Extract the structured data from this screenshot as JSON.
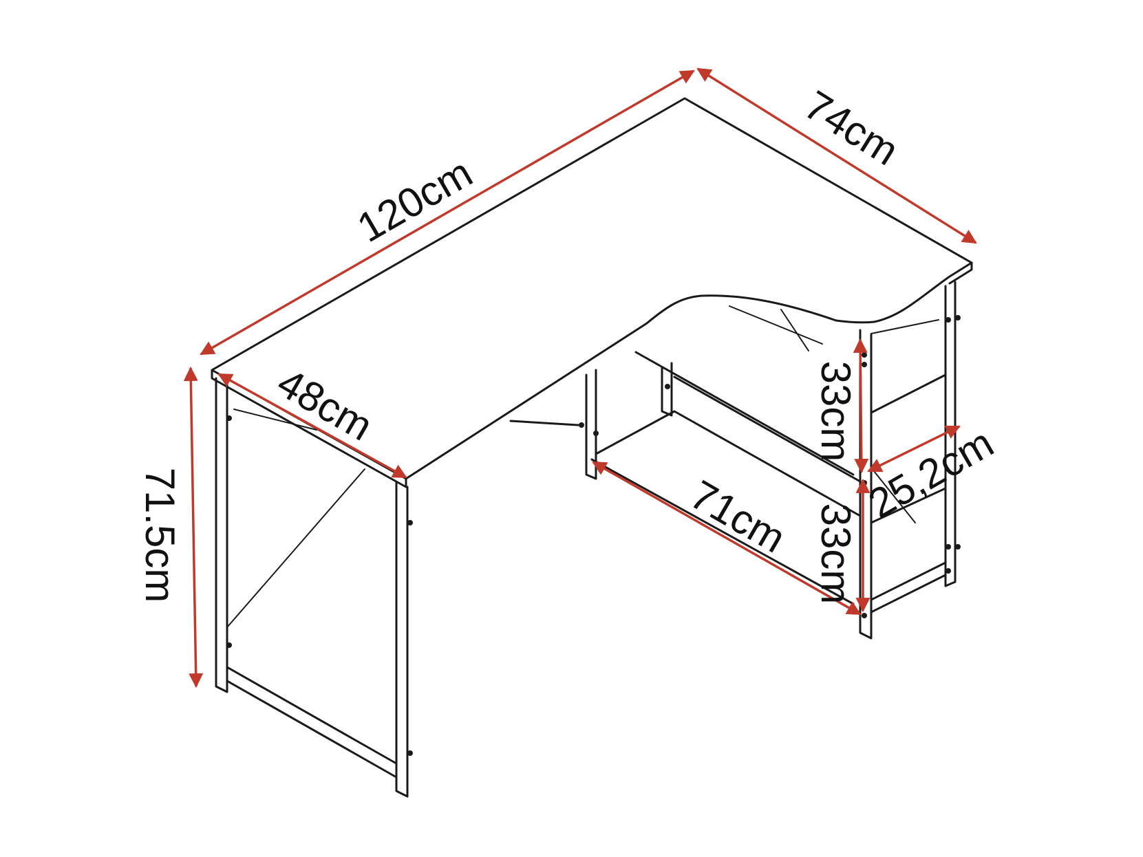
{
  "colors": {
    "dimension": "#c0392b",
    "outline": "#1a1a1a",
    "background": "#ffffff"
  },
  "dimensions": {
    "length": "120cm",
    "return_depth": "74cm",
    "desk_depth": "48cm",
    "height": "71.5cm",
    "shelf_width": "71cm",
    "upper_shelf_gap": "33cm",
    "lower_shelf_gap": "33cm",
    "shelf_depth": "25,2cm"
  }
}
